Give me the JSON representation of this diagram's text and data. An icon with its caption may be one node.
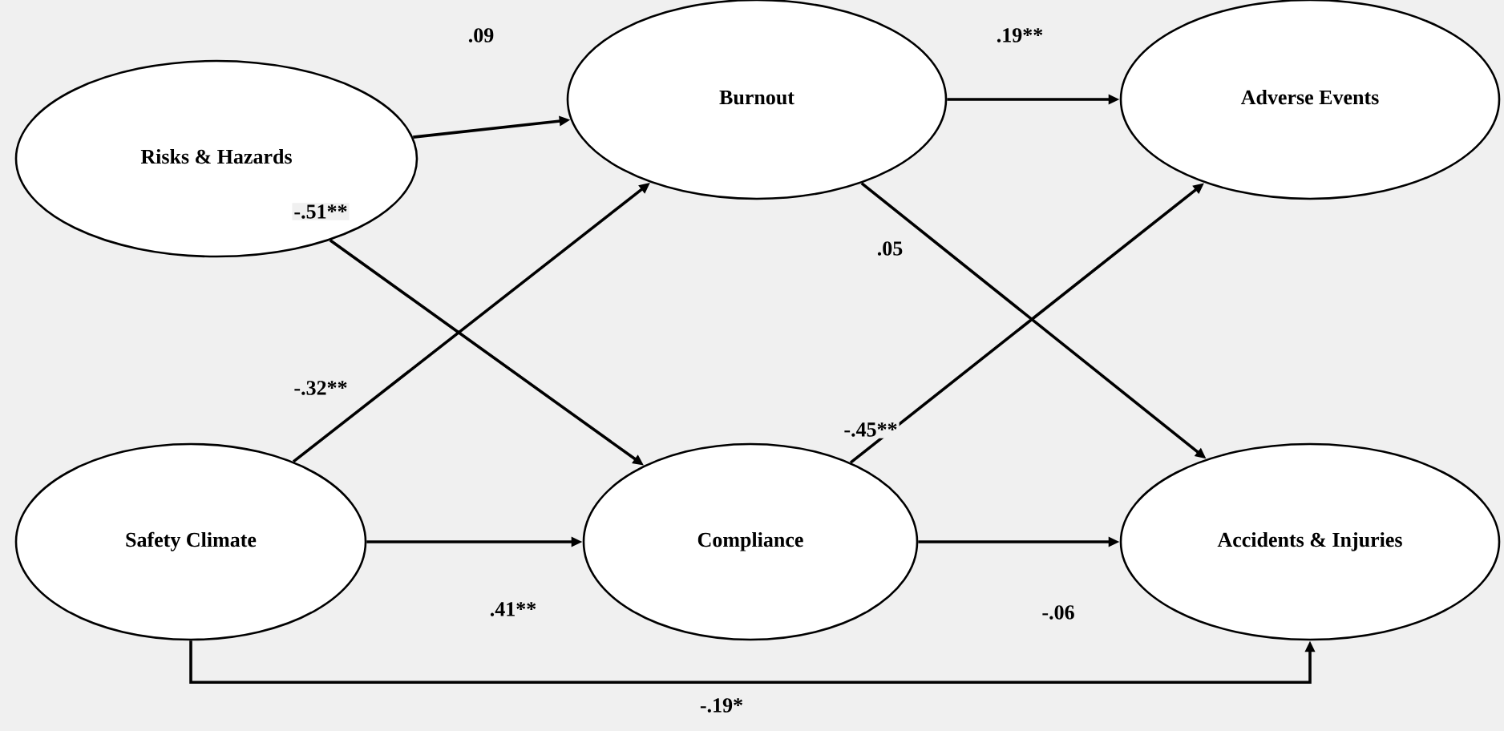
{
  "diagram": {
    "nodes": [
      {
        "text": [
          "Risks & Hazards"
        ]
      },
      {
        "text": [
          "Burnout"
        ]
      },
      {
        "text": [
          "Adverse Events"
        ]
      },
      {
        "text": [
          "Safety Climate"
        ]
      },
      {
        "text": [
          "Compliance"
        ]
      },
      {
        "text": [
          "Accidents & Injuries"
        ]
      }
    ],
    "edges": [
      {
        "from": 0,
        "to": 1,
        "arrow": "to",
        "label": ".09"
      },
      {
        "from": 0,
        "to": 4,
        "arrow": "to",
        "label": "-.51**"
      },
      {
        "from": 3,
        "to": 1,
        "arrow": "to",
        "label": "-.32**"
      },
      {
        "from": 3,
        "to": 4,
        "arrow": "to",
        "label": ".41**"
      },
      {
        "from": 1,
        "to": 2,
        "arrow": "to",
        "label": ".19**"
      },
      {
        "from": 1,
        "to": 5,
        "arrow": "to",
        "label": ".05"
      },
      {
        "from": 4,
        "to": 2,
        "arrow": "to",
        "label": "-.45**"
      },
      {
        "from": 4,
        "to": 5,
        "arrow": "to",
        "label": "-.06"
      },
      {
        "from": 3,
        "to": 5,
        "arrow": "to",
        "label": "-.19*"
      }
    ]
  }
}
